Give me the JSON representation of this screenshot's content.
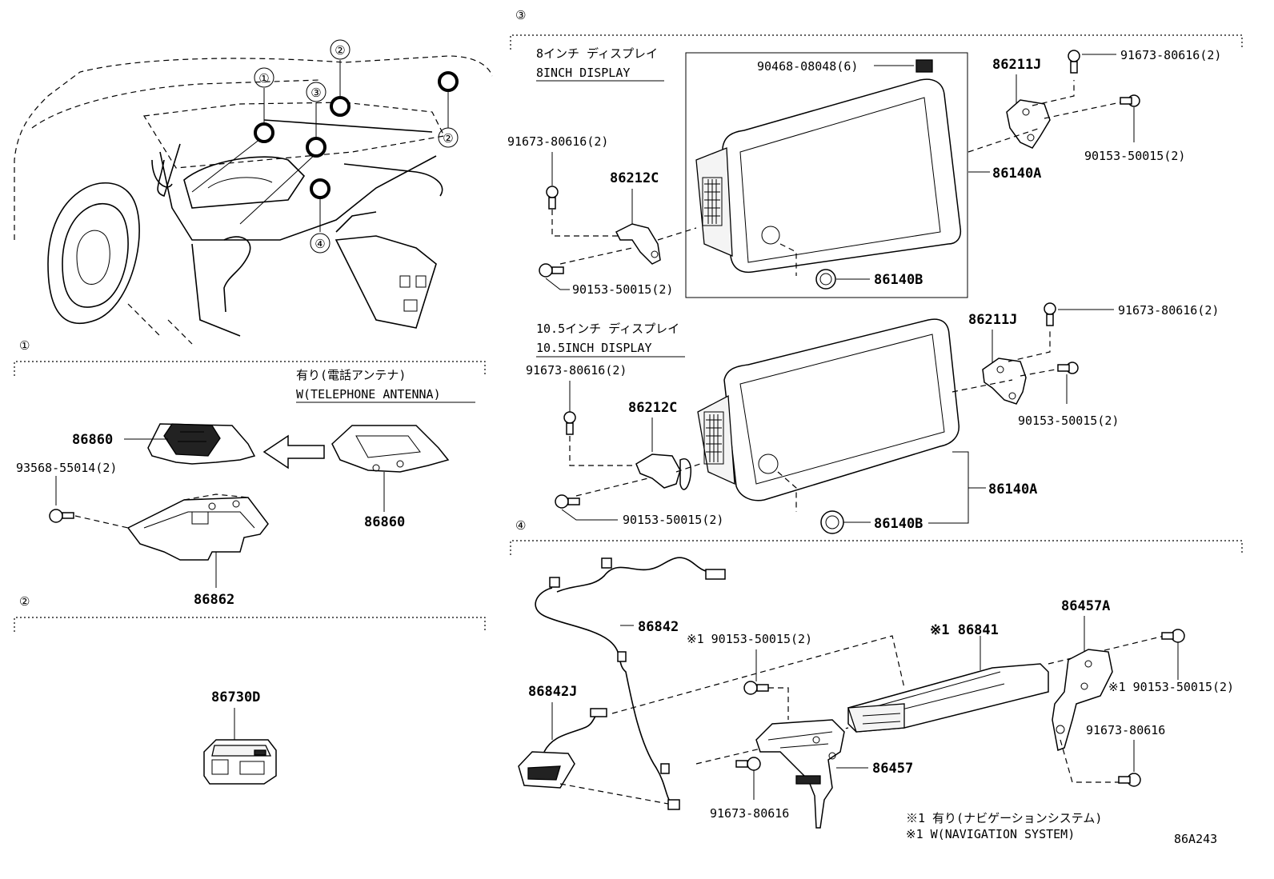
{
  "sections": {
    "s1": {
      "num": "①"
    },
    "s2": {
      "num": "②"
    },
    "s3": {
      "num": "③"
    },
    "s4": {
      "num": "④"
    }
  },
  "overview": {
    "callouts": [
      "①",
      "②",
      "③",
      "②",
      "④"
    ]
  },
  "sec1": {
    "note_jp": "有り(電話アンテナ)",
    "note_en": "W(TELEPHONE ANTENNA)",
    "p_86860_a": "86860",
    "p_93568": "93568-55014(2)",
    "p_86860_b": "86860",
    "p_86862": "86862"
  },
  "sec2": {
    "p_86730D": "86730D"
  },
  "sec3": {
    "disp8_jp": "8インチ ディスプレイ",
    "disp8_en": "8INCH DISPLAY",
    "p_90468": "90468-08048(6)",
    "p_86211J_a": "86211J",
    "p_91673_tr": "91673-80616(2)",
    "p_91673_tl": "91673-80616(2)",
    "p_86212C_a": "86212C",
    "p_90153_r": "90153-50015(2)",
    "p_86140A_a": "86140A",
    "p_90153_l": "90153-50015(2)",
    "p_86140B_a": "86140B",
    "disp10_jp": "10.5インチ ディスプレイ",
    "disp10_en": "10.5INCH DISPLAY",
    "p_86211J_b": "86211J",
    "p_91673_br": "91673-80616(2)",
    "p_91673_bl": "91673-80616(2)",
    "p_86212C_b": "86212C",
    "p_90153_br": "90153-50015(2)",
    "p_86140A_b": "86140A",
    "p_90153_bl": "90153-50015(2)",
    "p_86140B_b": "86140B"
  },
  "sec4": {
    "p_86842": "86842",
    "p_90153_a": "※1 90153-50015(2)",
    "p_86841": "※1 86841",
    "p_86457A": "86457A",
    "p_86842J": "86842J",
    "p_90153_b": "※1 90153-50015(2)",
    "p_91673_a": "91673-80616",
    "p_86457": "86457",
    "p_91673_b": "91673-80616",
    "note_jp": "※1 有り(ナビゲーションシステム)",
    "note_en": "※1 W(NAVIGATION SYSTEM)"
  },
  "diagram_code": "86A243"
}
